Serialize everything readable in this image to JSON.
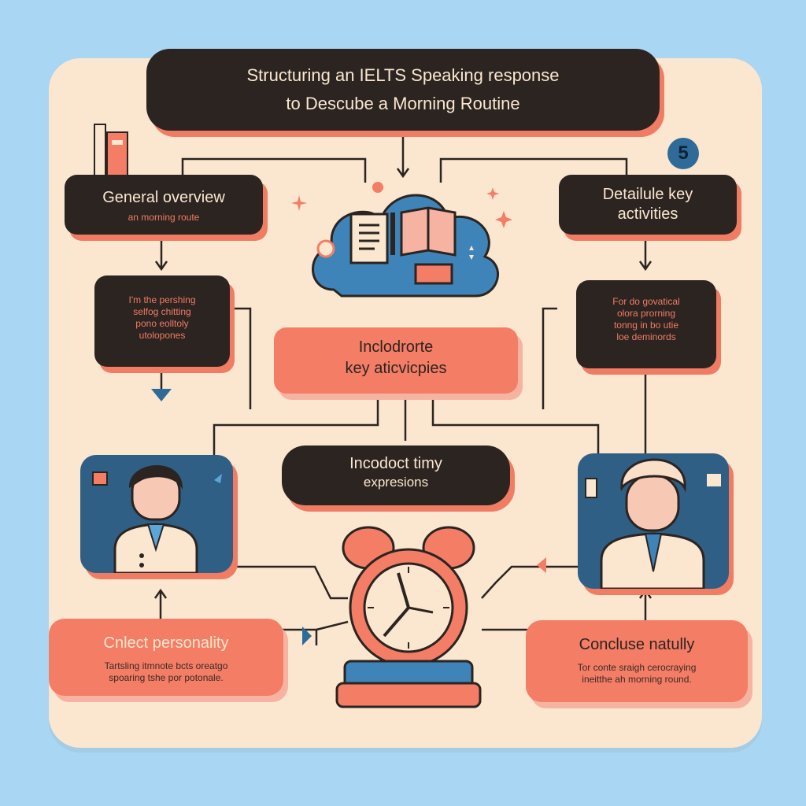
{
  "title": {
    "line1": "Structuring an IELTS Speaking response",
    "line2": "to Descube a Morning Routine"
  },
  "badge_number": "5",
  "general_overview": {
    "heading": "General overview",
    "sub": "an morning route"
  },
  "detail_key": {
    "heading_line1": "Detailule key",
    "heading_line2": "activities"
  },
  "left_note": [
    "I'm the pershing",
    "selfog chitting",
    "pono eolltoly",
    "utolopones"
  ],
  "right_note": [
    "For do govatical",
    "olora prorning",
    "tonng in bo utie",
    "loe deminords"
  ],
  "center_pink": {
    "line1": "Inclodrorte",
    "line2": "key aticvicpies"
  },
  "center_dark": {
    "line1": "Incodoct timy",
    "line2": "expresions"
  },
  "bottom_left": {
    "heading": "Cnlect personality",
    "line1": "Tartsling itmnote bcts oreatgo",
    "line2": "spoaring tshe por potonale."
  },
  "bottom_right": {
    "heading": "Concluse natully",
    "line1": "Tor conte sraigh cerocraying",
    "line2": "ineitthe ah morning round."
  },
  "icons": {
    "clock": "alarm-clock-icon",
    "cloud": "cloud-books-icon",
    "person": "person-icon"
  },
  "colors": {
    "background": "#a9d6f2",
    "card": "#fbe7cf",
    "dark": "#2b2421",
    "coral": "#f47d66",
    "blue": "#2f5f85"
  }
}
